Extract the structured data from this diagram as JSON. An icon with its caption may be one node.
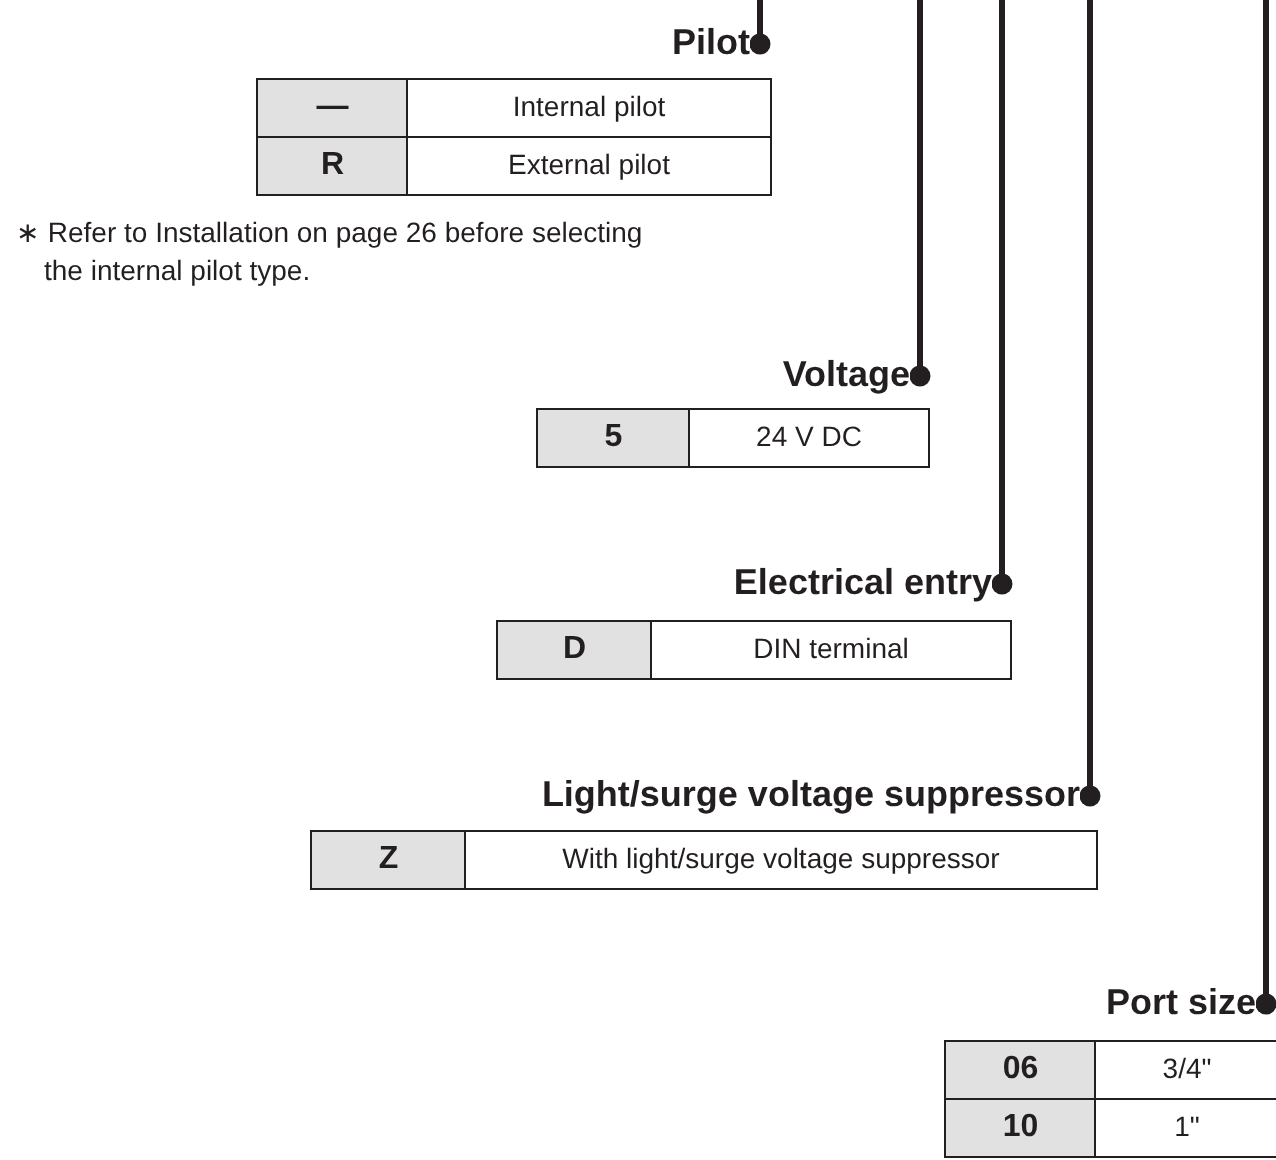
{
  "diagram": {
    "nodes": [
      {
        "text": [
          "Pilot"
        ]
      },
      {
        "text": [
          "Voltage"
        ]
      },
      {
        "text": [
          "Electrical entry"
        ]
      },
      {
        "text": [
          "Light/surge voltage suppressor"
        ]
      },
      {
        "text": [
          "Port size"
        ]
      }
    ],
    "edges": [
      {
        "from": null,
        "to": 0,
        "arrow": "other"
      },
      {
        "from": null,
        "to": 1,
        "arrow": "other"
      },
      {
        "from": null,
        "to": 2,
        "arrow": "other"
      },
      {
        "from": null,
        "to": 3,
        "arrow": "other"
      },
      {
        "from": null,
        "to": 4,
        "arrow": "other"
      }
    ],
    "labels": [
      "—",
      "Internal pilot",
      "R",
      "External pilot",
      "∗ Refer to Installation on page 26 before selecting the internal pilot type.",
      "5",
      "24 V DC",
      "D",
      "DIN terminal",
      "Z",
      "With light/surge voltage suppressor",
      "06",
      "3/4\"",
      "10",
      "1\""
    ]
  }
}
